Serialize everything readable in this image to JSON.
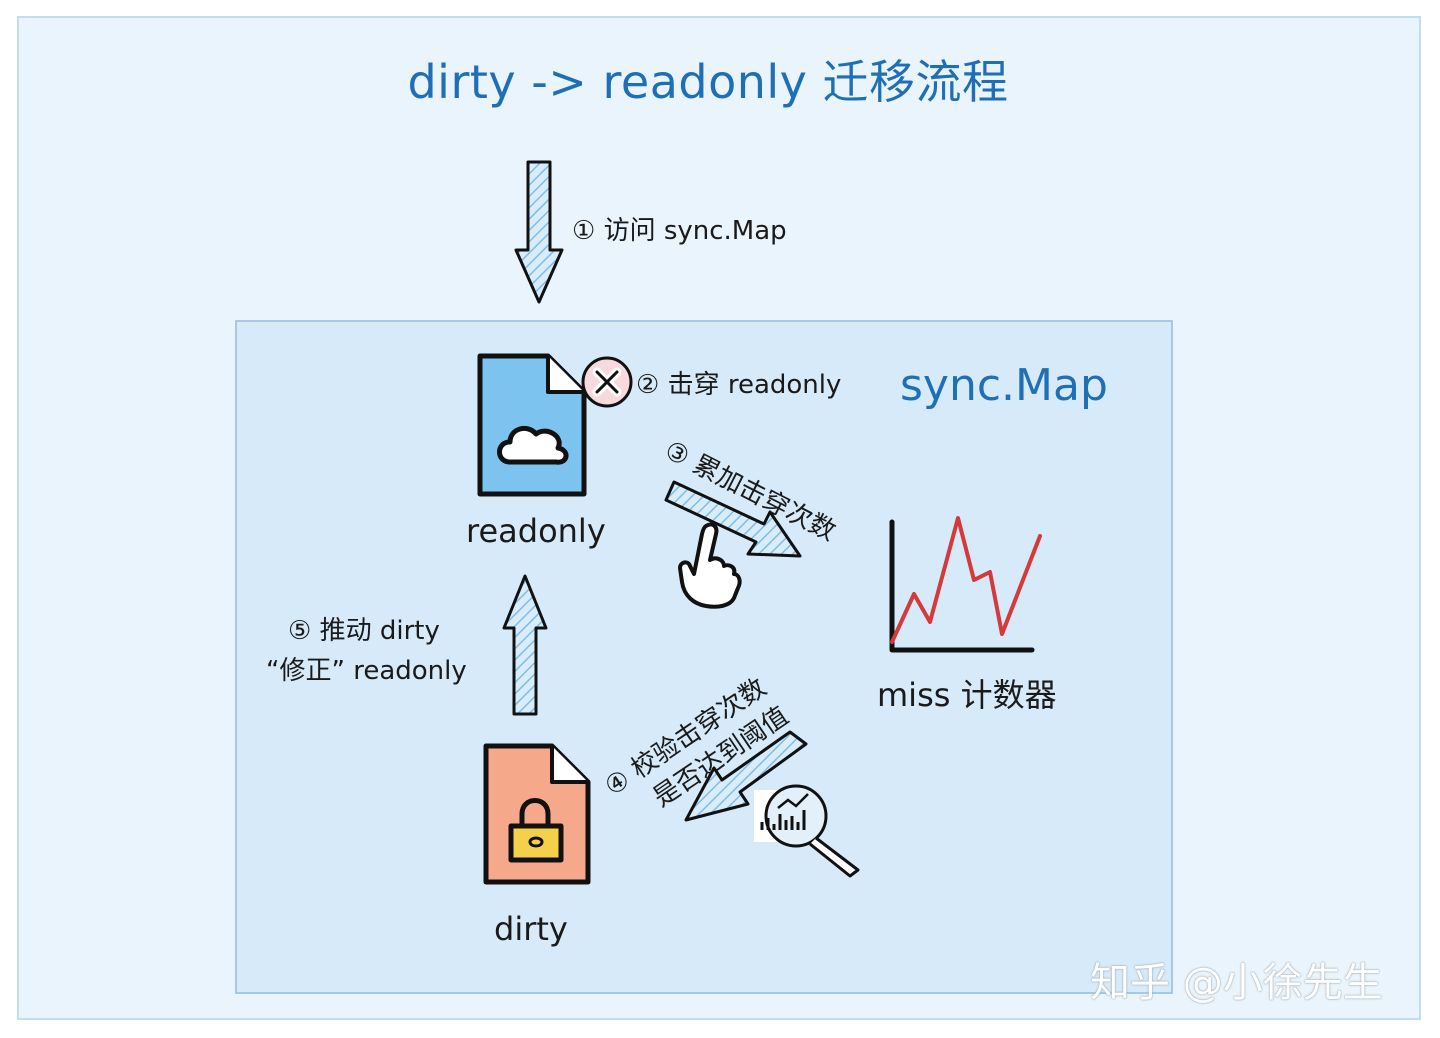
{
  "title": "dirty -> readonly 迁移流程",
  "container_label": "sync.Map",
  "nodes": {
    "readonly": "readonly",
    "dirty": "dirty",
    "miss_counter": "miss 计数器"
  },
  "steps": {
    "s1": "① 访问 sync.Map",
    "s2": "② 击穿 readonly",
    "s3": "③ 累加击穿次数",
    "s4_line1": "④ 校验击穿次数",
    "s4_line2": "是否达到阈值",
    "s5_line1": "⑤ 推动 dirty",
    "s5_line2": "“修正” readonly"
  },
  "watermark": "知乎 @小徐先生",
  "colors": {
    "title": "#1f6fb6",
    "outer_bg": "#e9f4fc",
    "inner_bg": "#d6eaf9",
    "readonly_doc": "#7cc3ef",
    "dirty_doc": "#f6a98a",
    "lock": "#f5d04a",
    "chart_line": "#d43a3a",
    "arrow_fill": "#bcdcf3"
  },
  "icons": [
    "cloud-icon",
    "lock-icon",
    "close-icon",
    "hand-pointer-icon",
    "analytics-search-icon",
    "line-chart-icon"
  ]
}
